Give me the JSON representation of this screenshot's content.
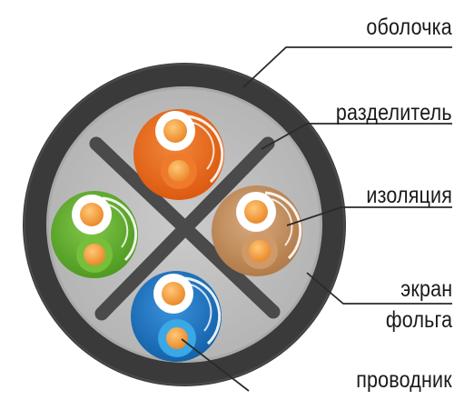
{
  "labels": {
    "sheath": "оболочка",
    "separator": "разделитель",
    "insulation": "изоляция",
    "shield_line1": "экран",
    "shield_line2": "фольга",
    "conductor": "проводник"
  },
  "colors": {
    "sheath": "#3b3b3b",
    "inner_fill": "#bfbfbf",
    "separator": "#4a4a4a",
    "pair_orange": "#ea6a1c",
    "pair_brown": "#c89564",
    "pair_green": "#69b631",
    "pair_blue": "#1f79c6",
    "conductor_core": "#f3a04a",
    "leader_line": "#2a2a2a"
  },
  "pairs": [
    "orange",
    "brown",
    "green",
    "blue"
  ]
}
